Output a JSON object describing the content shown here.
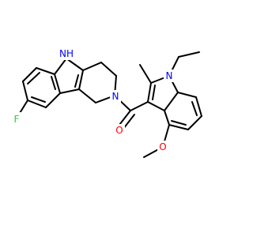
{
  "molecule": {
    "atoms": {
      "nh": {
        "label": "NH",
        "color": "#0000ff"
      },
      "fluorine": {
        "label": "F",
        "color": "#33cc33"
      },
      "n_ring": {
        "label": "N",
        "color": "#0000ff"
      },
      "oxygen": {
        "label": "O",
        "color": "#ff0000"
      },
      "n_indole": {
        "label": "N",
        "color": "#0000ff"
      },
      "o_methoxy": {
        "label": "O",
        "color": "#ff0000"
      }
    },
    "bond_color": "#000000"
  }
}
